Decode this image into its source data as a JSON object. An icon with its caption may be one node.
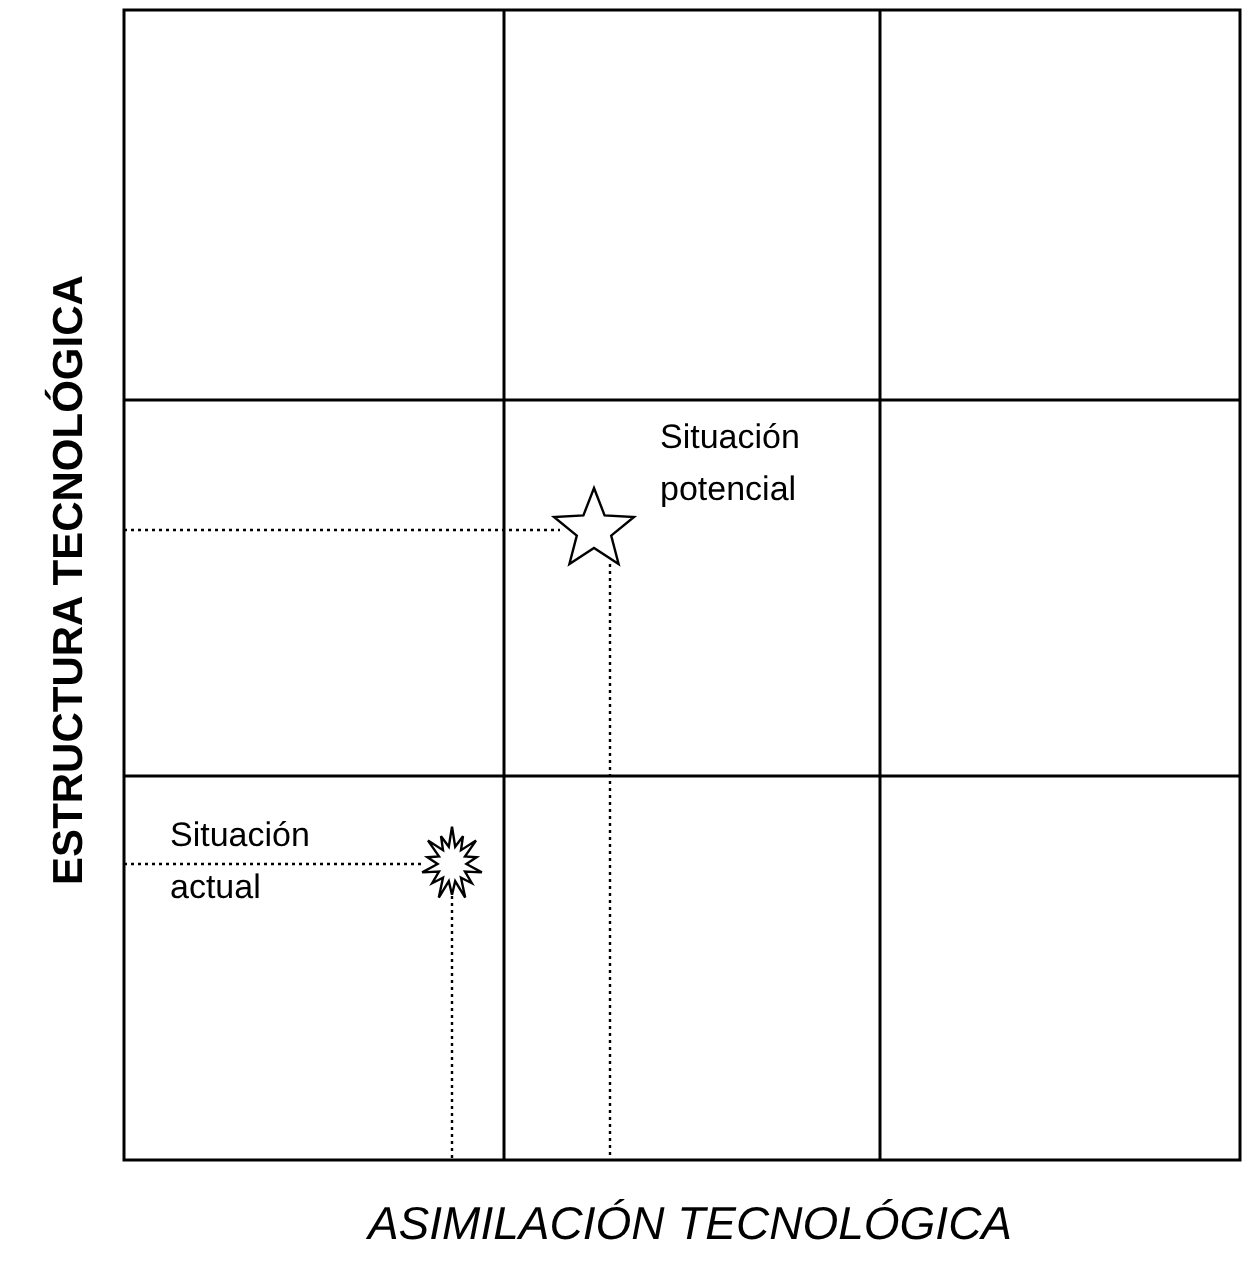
{
  "diagram": {
    "nodes": [
      {
        "text": [],
        "shape": "star",
        "beside": [
          "Situación potencial"
        ]
      },
      {
        "text": [],
        "shape": "burst",
        "beside": [
          "Situación actual"
        ]
      }
    ],
    "labels": [
      "ESTRUCTURA TECNOLÓGICA",
      "ASIMILACIÓN TECNOLÓGICA"
    ]
  }
}
